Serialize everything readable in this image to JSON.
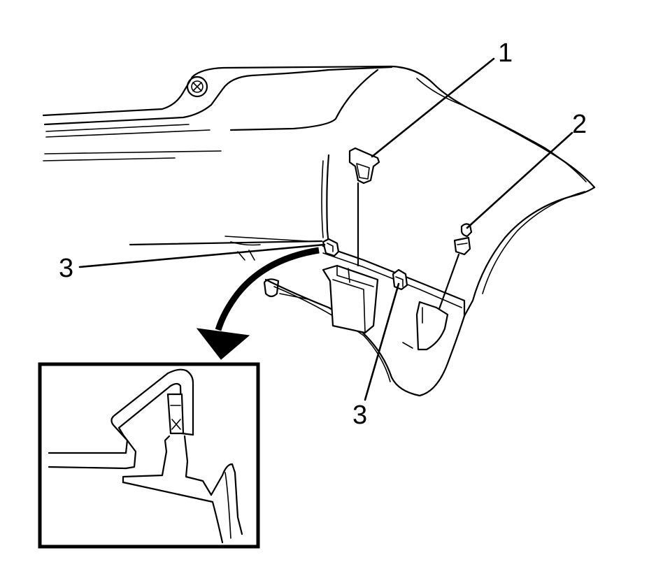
{
  "callouts": {
    "clip_1": "1",
    "clip_2": "2",
    "clip_3_left": "3",
    "clip_3_bottom": "3"
  },
  "colors": {
    "line": "#000000",
    "background": "#ffffff"
  }
}
